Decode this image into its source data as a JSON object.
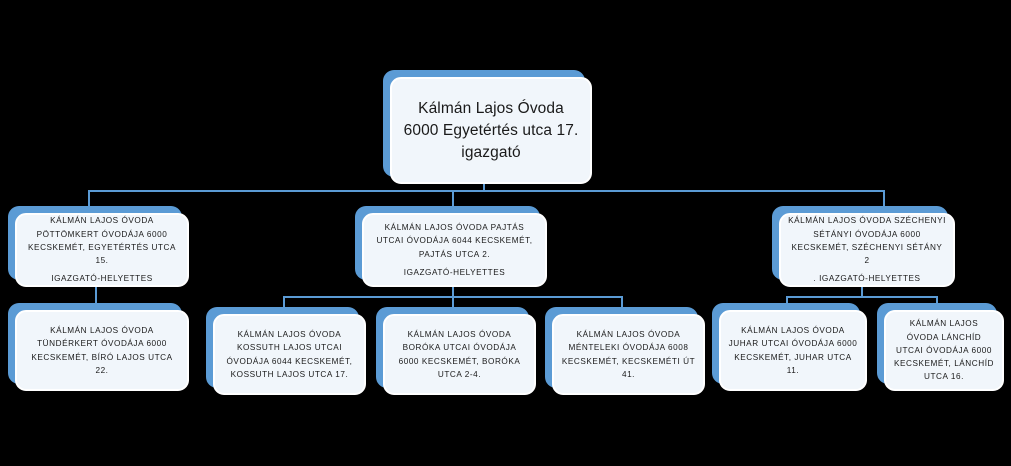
{
  "chart": {
    "type": "org-chart",
    "title": "Kálmán Lajos Óvoda szervezeti felépítés",
    "accent_color": "#5b9bd5",
    "card_fill_color": "#f1f6fb",
    "background_color": "#000000",
    "text_color": "#1a1a1a"
  },
  "root": {
    "name": "Kálmán Lajos Óvoda",
    "address": "6000 Egyetértés utca 17.",
    "role": "igazgató",
    "text": "Kálmán Lajos Óvoda\n6000 Egyetértés utca 17.\nigazgató"
  },
  "level2": [
    {
      "id": "pottomkert",
      "text": "KÁLMÁN LAJOS ÓVODA PÖTTÖMKERT ÓVODÁJA 6000 KECSKEMÉT,  EGYETÉRTÉS UTCA 15.",
      "role": "IGAZGATÓ-HELYETTES"
    },
    {
      "id": "pajtas-utcai",
      "text": "KÁLMÁN LAJOS ÓVODA PAJTÁS UTCAI ÓVODÁJA 6044 KECSKEMÉT,  PAJTÁS UTCA  2.",
      "role": "IGAZGATÓ-HELYETTES"
    },
    {
      "id": "szechenyi-setanyi",
      "text": "KÁLMÁN LAJOS ÓVODA SZÉCHENYI SÉTÁNYI ÓVODÁJA 6000 KECSKEMÉT, SZÉCHENYI SÉTÁNY 2",
      "role": ". IGAZGATÓ-HELYETTES"
    }
  ],
  "level3": [
    {
      "id": "tunderkert",
      "parent": "pottomkert",
      "text": "KÁLMÁN LAJOS ÓVODA TÜNDÉRKERT ÓVODÁJA 6000 KECSKEMÉT,  BÍRÓ LAJOS UTCA 22."
    },
    {
      "id": "kossuth-lajos-utcai",
      "parent": "pajtas-utcai",
      "text": "KÁLMÁN LAJOS ÓVODA KOSSUTH LAJOS UTCAI ÓVODÁJA 6044 KECSKEMÉT, KOSSUTH LAJOS UTCA 17."
    },
    {
      "id": "boroka-utcai",
      "parent": "pajtas-utcai",
      "text": "KÁLMÁN LAJOS ÓVODA BORÓKA UTCAI ÓVODÁJA 6000 KECSKEMÉT, BORÓKA UTCA 2-4."
    },
    {
      "id": "menteleki",
      "parent": "pajtas-utcai",
      "text": "KÁLMÁN LAJOS ÓVODA MÉNTELEKI  ÓVODÁJA 6008 KECSKEMÉT, KECSKEMÉTI ÚT 41."
    },
    {
      "id": "juhar-utcai",
      "parent": "szechenyi-setanyi",
      "text": "KÁLMÁN LAJOS ÓVODA JUHAR UTCAI ÓVODÁJA 6000 KECSKEMÉT, JUHAR  UTCA 11."
    },
    {
      "id": "lanchid-utcai",
      "parent": "szechenyi-setanyi",
      "text": "KÁLMÁN LAJOS ÓVODA LÁNCHÍD  UTCAI ÓVODÁJA 6000 KECSKEMÉT, LÁNCHÍD  UTCA 16."
    }
  ]
}
